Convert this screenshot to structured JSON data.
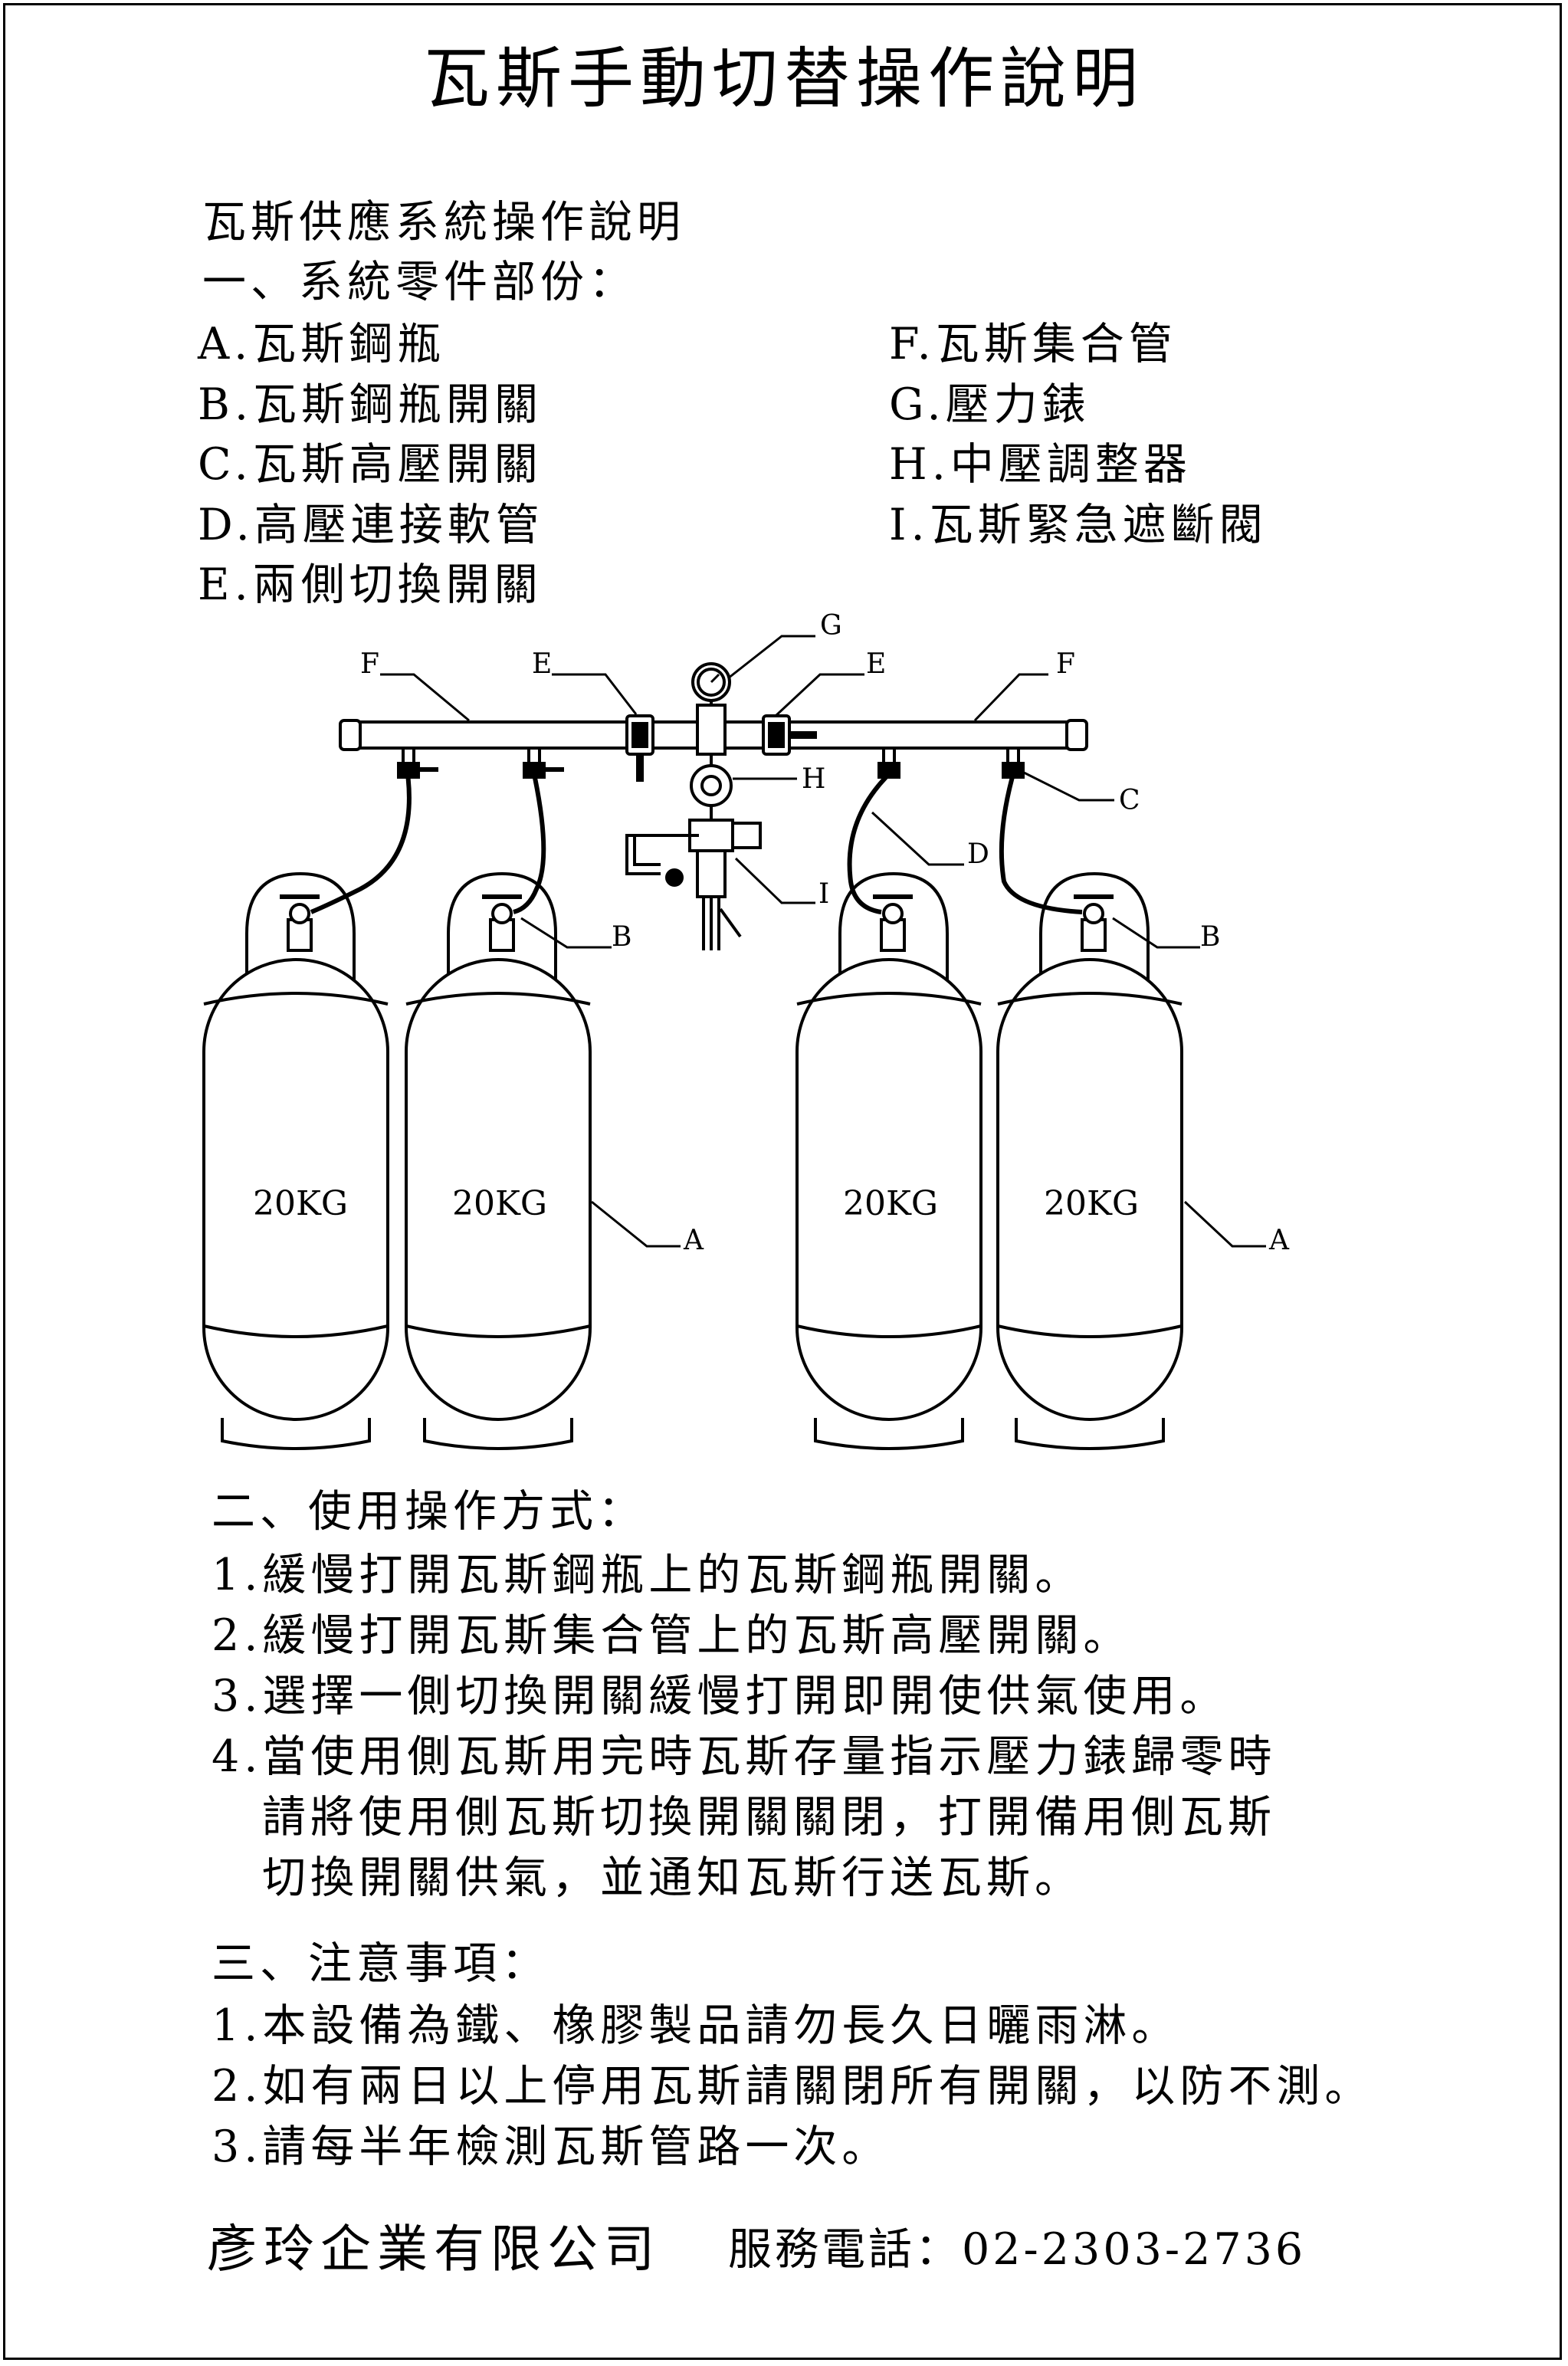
{
  "title": "瓦斯手動切替操作說明",
  "intro": "瓦斯供應系統操作說明",
  "section1_heading": "一、系統零件部份：",
  "parts_left": [
    "A.瓦斯鋼瓶",
    "B.瓦斯鋼瓶開關",
    "C.瓦斯高壓開關",
    "D.高壓連接軟管",
    "E.兩側切換開關"
  ],
  "parts_right": [
    "F.瓦斯集合管",
    "G.壓力錶",
    "H.中壓調整器",
    "I.瓦斯緊急遮斷閥"
  ],
  "diagram": {
    "cylinder_label": "20KG",
    "callouts": {
      "A": "A",
      "B": "B",
      "C": "C",
      "D": "D",
      "E": "E",
      "F": "F",
      "G": "G",
      "H": "H",
      "I": "I"
    }
  },
  "section2_heading": "二、使用操作方式：",
  "section2_lines": [
    "1.緩慢打開瓦斯鋼瓶上的瓦斯鋼瓶開關。",
    "2.緩慢打開瓦斯集合管上的瓦斯高壓開關。",
    "3.選擇一側切換開關緩慢打開即開使供氣使用。",
    "4.當使用側瓦斯用完時瓦斯存量指示壓力錶歸零時",
    "請將使用側瓦斯切換開關關閉，打開備用側瓦斯",
    "切換開關供氣，並通知瓦斯行送瓦斯。"
  ],
  "section3_heading": "三、注意事項：",
  "section3_lines": [
    "1.本設備為鐵、橡膠製品請勿長久日曬雨淋。",
    "2.如有兩日以上停用瓦斯請關閉所有開關，以防不測。",
    "3.請每半年檢測瓦斯管路一次。"
  ],
  "footer": {
    "company": "彥玲企業有限公司",
    "phone": "服務電話：02-2303-2736"
  }
}
